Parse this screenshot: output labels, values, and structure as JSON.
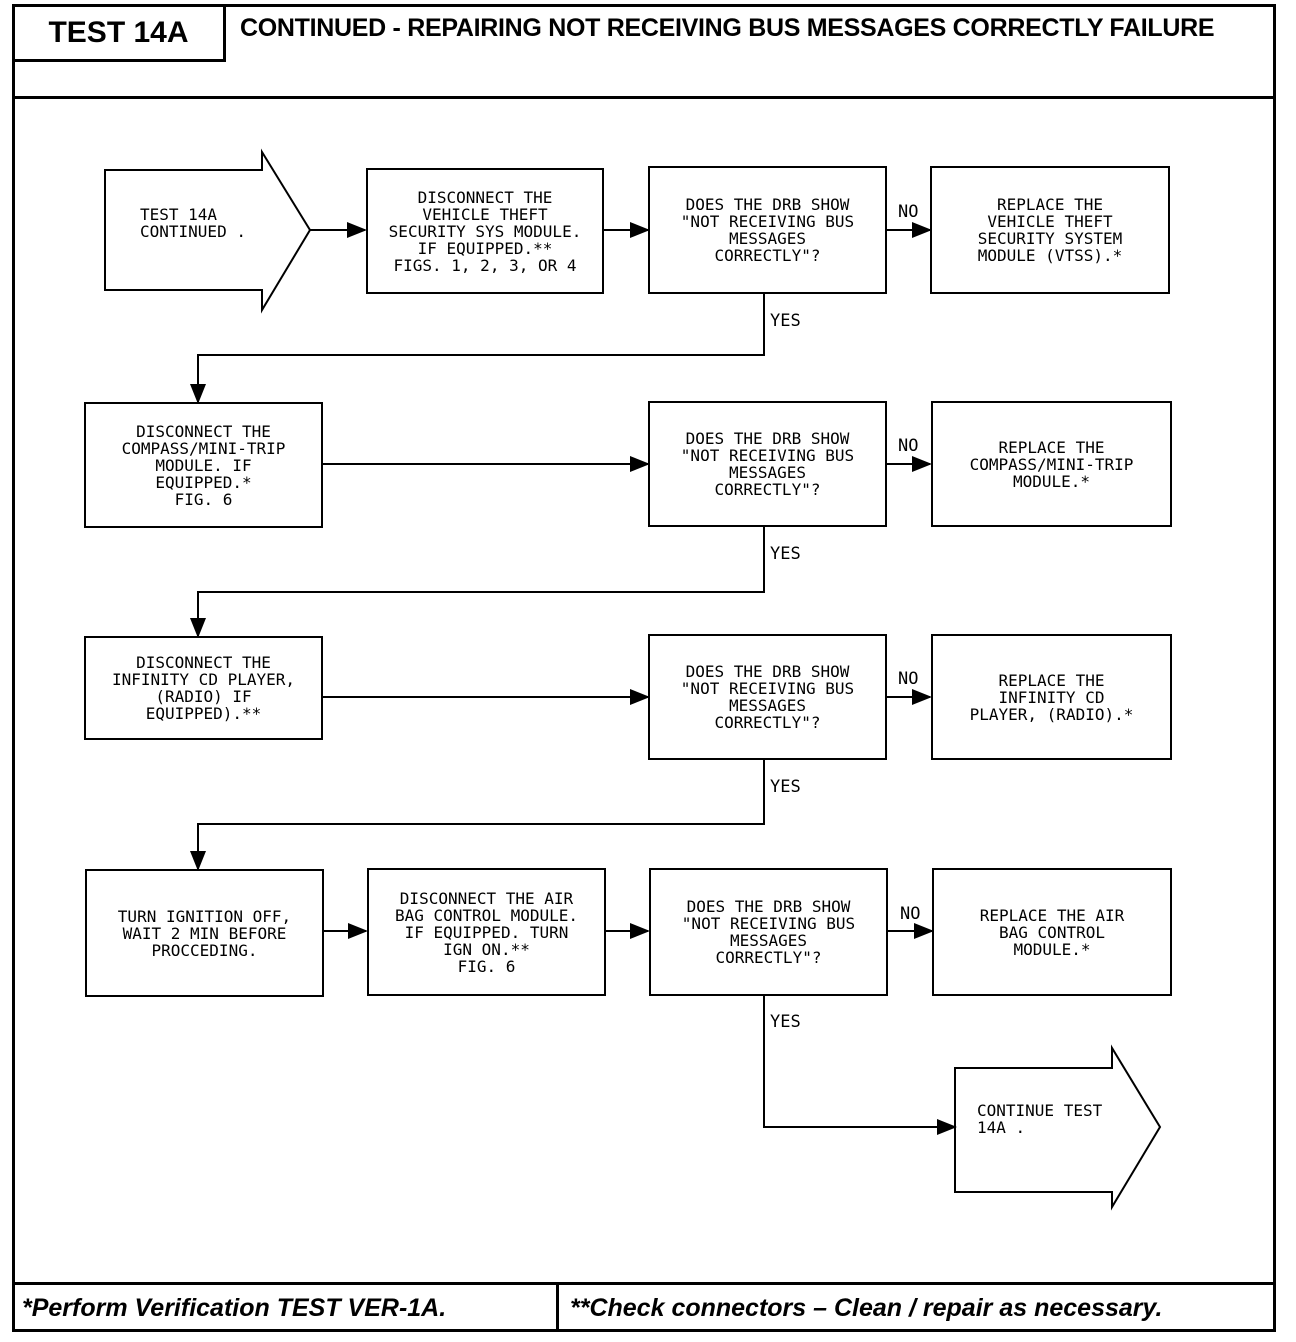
{
  "header": {
    "test_label": "TEST 14A",
    "title": "CONTINUED -  REPAIRING NOT RECEIVING BUS MESSAGES CORRECTLY FAILURE"
  },
  "flow": {
    "start": "TEST 14A\nCONTINUED .",
    "step_vtss_disconnect": "DISCONNECT THE\nVEHICLE THEFT\nSECURITY SYS MODULE.\nIF EQUIPPED.**\nFIGS. 1, 2, 3, OR 4",
    "question_1": "DOES THE DRB SHOW\n\"NOT RECEIVING BUS\nMESSAGES\nCORRECTLY\"?",
    "result_1": "REPLACE THE\nVEHICLE THEFT\nSECURITY SYSTEM\nMODULE (VTSS).*",
    "step_compass_disconnect": "DISCONNECT THE\nCOMPASS/MINI-TRIP\nMODULE. IF\nEQUIPPED.*\nFIG. 6",
    "question_2": "DOES THE DRB SHOW\n\"NOT RECEIVING BUS\nMESSAGES\nCORRECTLY\"?",
    "result_2": "REPLACE THE\nCOMPASS/MINI-TRIP\nMODULE.*",
    "step_cd_disconnect": "DISCONNECT THE\nINFINITY CD PLAYER,\n(RADIO) IF\nEQUIPPED).**",
    "question_3": "DOES THE DRB SHOW\n\"NOT RECEIVING BUS\nMESSAGES\nCORRECTLY\"?",
    "result_3": "REPLACE THE\nINFINITY CD\nPLAYER, (RADIO).*",
    "step_ignition_off": "TURN IGNITION OFF,\nWAIT 2 MIN BEFORE\nPROCCEDING.",
    "step_airbag_disconnect": "DISCONNECT THE AIR\nBAG CONTROL MODULE.\nIF EQUIPPED. TURN\nIGN ON.**\nFIG. 6",
    "question_4": "DOES THE DRB SHOW\n\"NOT RECEIVING BUS\nMESSAGES\nCORRECTLY\"?",
    "result_4": "REPLACE THE AIR\nBAG CONTROL\nMODULE.*",
    "end": "CONTINUE TEST\n14A .",
    "no_label": "NO",
    "yes_label": "YES"
  },
  "footer": {
    "note_left": "*Perform Verification TEST VER-1A.",
    "note_right": "**Check connectors – Clean / repair as necessary."
  }
}
